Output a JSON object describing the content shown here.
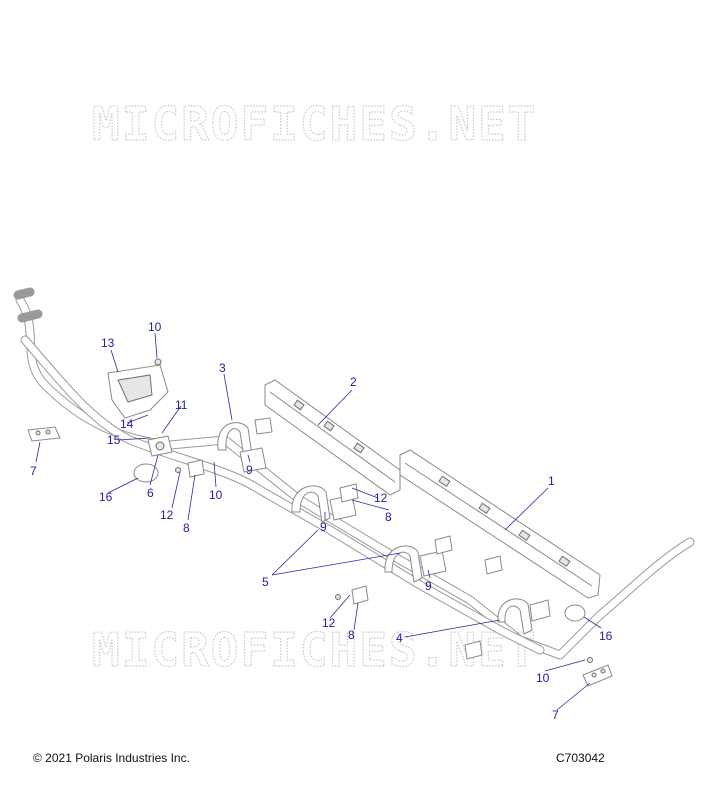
{
  "watermark": {
    "top": "MICROFICHES.NET",
    "bottom": "MICROFICHES.NET"
  },
  "callouts": {
    "c1": "1",
    "c2": "2",
    "c3": "3",
    "c4": "4",
    "c5": "5",
    "c6": "6",
    "c7_left": "7",
    "c7_right": "7",
    "c8_a": "8",
    "c8_b": "8",
    "c8_c": "8",
    "c9_a": "9",
    "c9_b": "9",
    "c9_c": "9",
    "c10_top": "10",
    "c10_mid": "10",
    "c10_right": "10",
    "c11": "11",
    "c12_a": "12",
    "c12_b": "12",
    "c12_c": "12",
    "c13": "13",
    "c14": "14",
    "c15": "15",
    "c16_left": "16",
    "c16_right": "16"
  },
  "footer": {
    "copyright": "© 2021 Polaris Industries Inc.",
    "figure_code": "C703042"
  },
  "colors": {
    "callout": "#1f1f9a",
    "line_art": "#8a8a8a",
    "watermark": "#c9c9c9"
  }
}
